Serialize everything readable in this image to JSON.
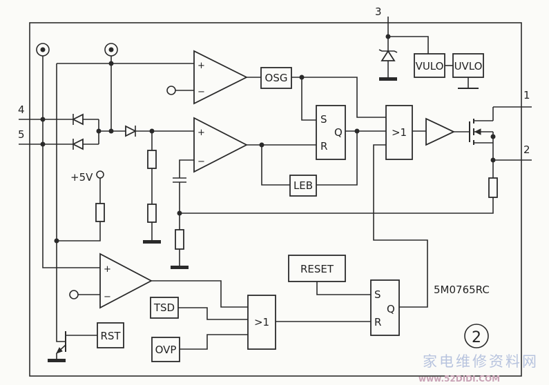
{
  "pins": {
    "p1": "1",
    "p2": "2",
    "p3": "3",
    "p4": "4",
    "p5": "5"
  },
  "blocks": {
    "osg": "OSG",
    "leb": "LEB",
    "vulo": "VULO",
    "uvlo": "UVLO",
    "reset": "RESET",
    "tsd": "TSD",
    "ovp": "OVP",
    "rst": "RST"
  },
  "gates": {
    "or1": ">1",
    "or2": ">1"
  },
  "flipflop1": {
    "s": "S",
    "q": "Q",
    "r": "R"
  },
  "flipflop2": {
    "s": "S",
    "q": "Q",
    "r": "R"
  },
  "opamp_signs": {
    "plus": "+",
    "minus": "−"
  },
  "supply_label": "+5V",
  "chip_label": "5M0765RC",
  "figure_number": "2",
  "watermark": {
    "text": "家电维修资料网",
    "url": "www.52DIDI.COM"
  },
  "colors": {
    "ink": "#2a2a2a",
    "paper": "#fbfbf8",
    "watermark": "#b7c3de"
  }
}
